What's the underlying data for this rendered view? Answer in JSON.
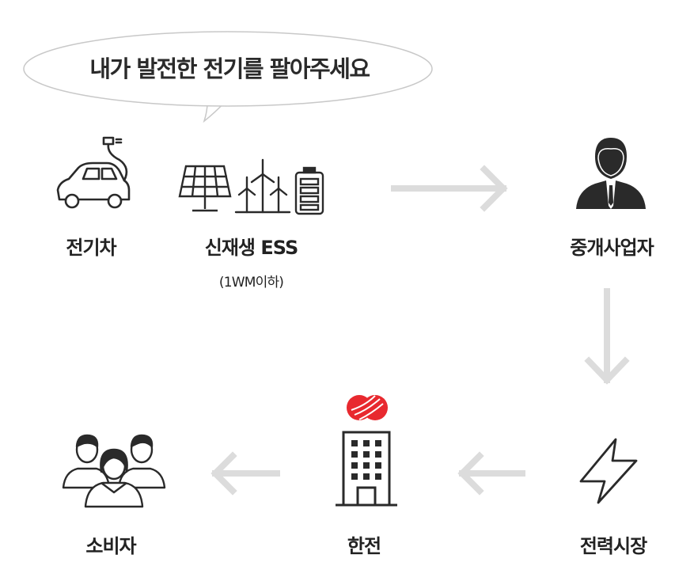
{
  "speech_bubble": {
    "text": "내가 발전한 전기를 팔아주세요"
  },
  "nodes": {
    "ev": {
      "label": "전기차",
      "icon": "electric-car-icon"
    },
    "renewable": {
      "label": "신재생 ESS",
      "note": "(1WM이하)",
      "icons": [
        "solar-panel-icon",
        "wind-turbine-icon",
        "battery-icon"
      ]
    },
    "broker": {
      "label": "중개사업자",
      "icon": "businessman-icon"
    },
    "market": {
      "label": "전력시장",
      "icon": "lightning-bolt-icon"
    },
    "kepco": {
      "label": "한전",
      "icon": "office-building-icon",
      "logo": "kepco-logo"
    },
    "consumer": {
      "label": "소비자",
      "icon": "people-group-icon"
    }
  },
  "colors": {
    "arrow": "#dcdcdc",
    "logo": "#e8292f",
    "icon": "#2a2a2a"
  }
}
